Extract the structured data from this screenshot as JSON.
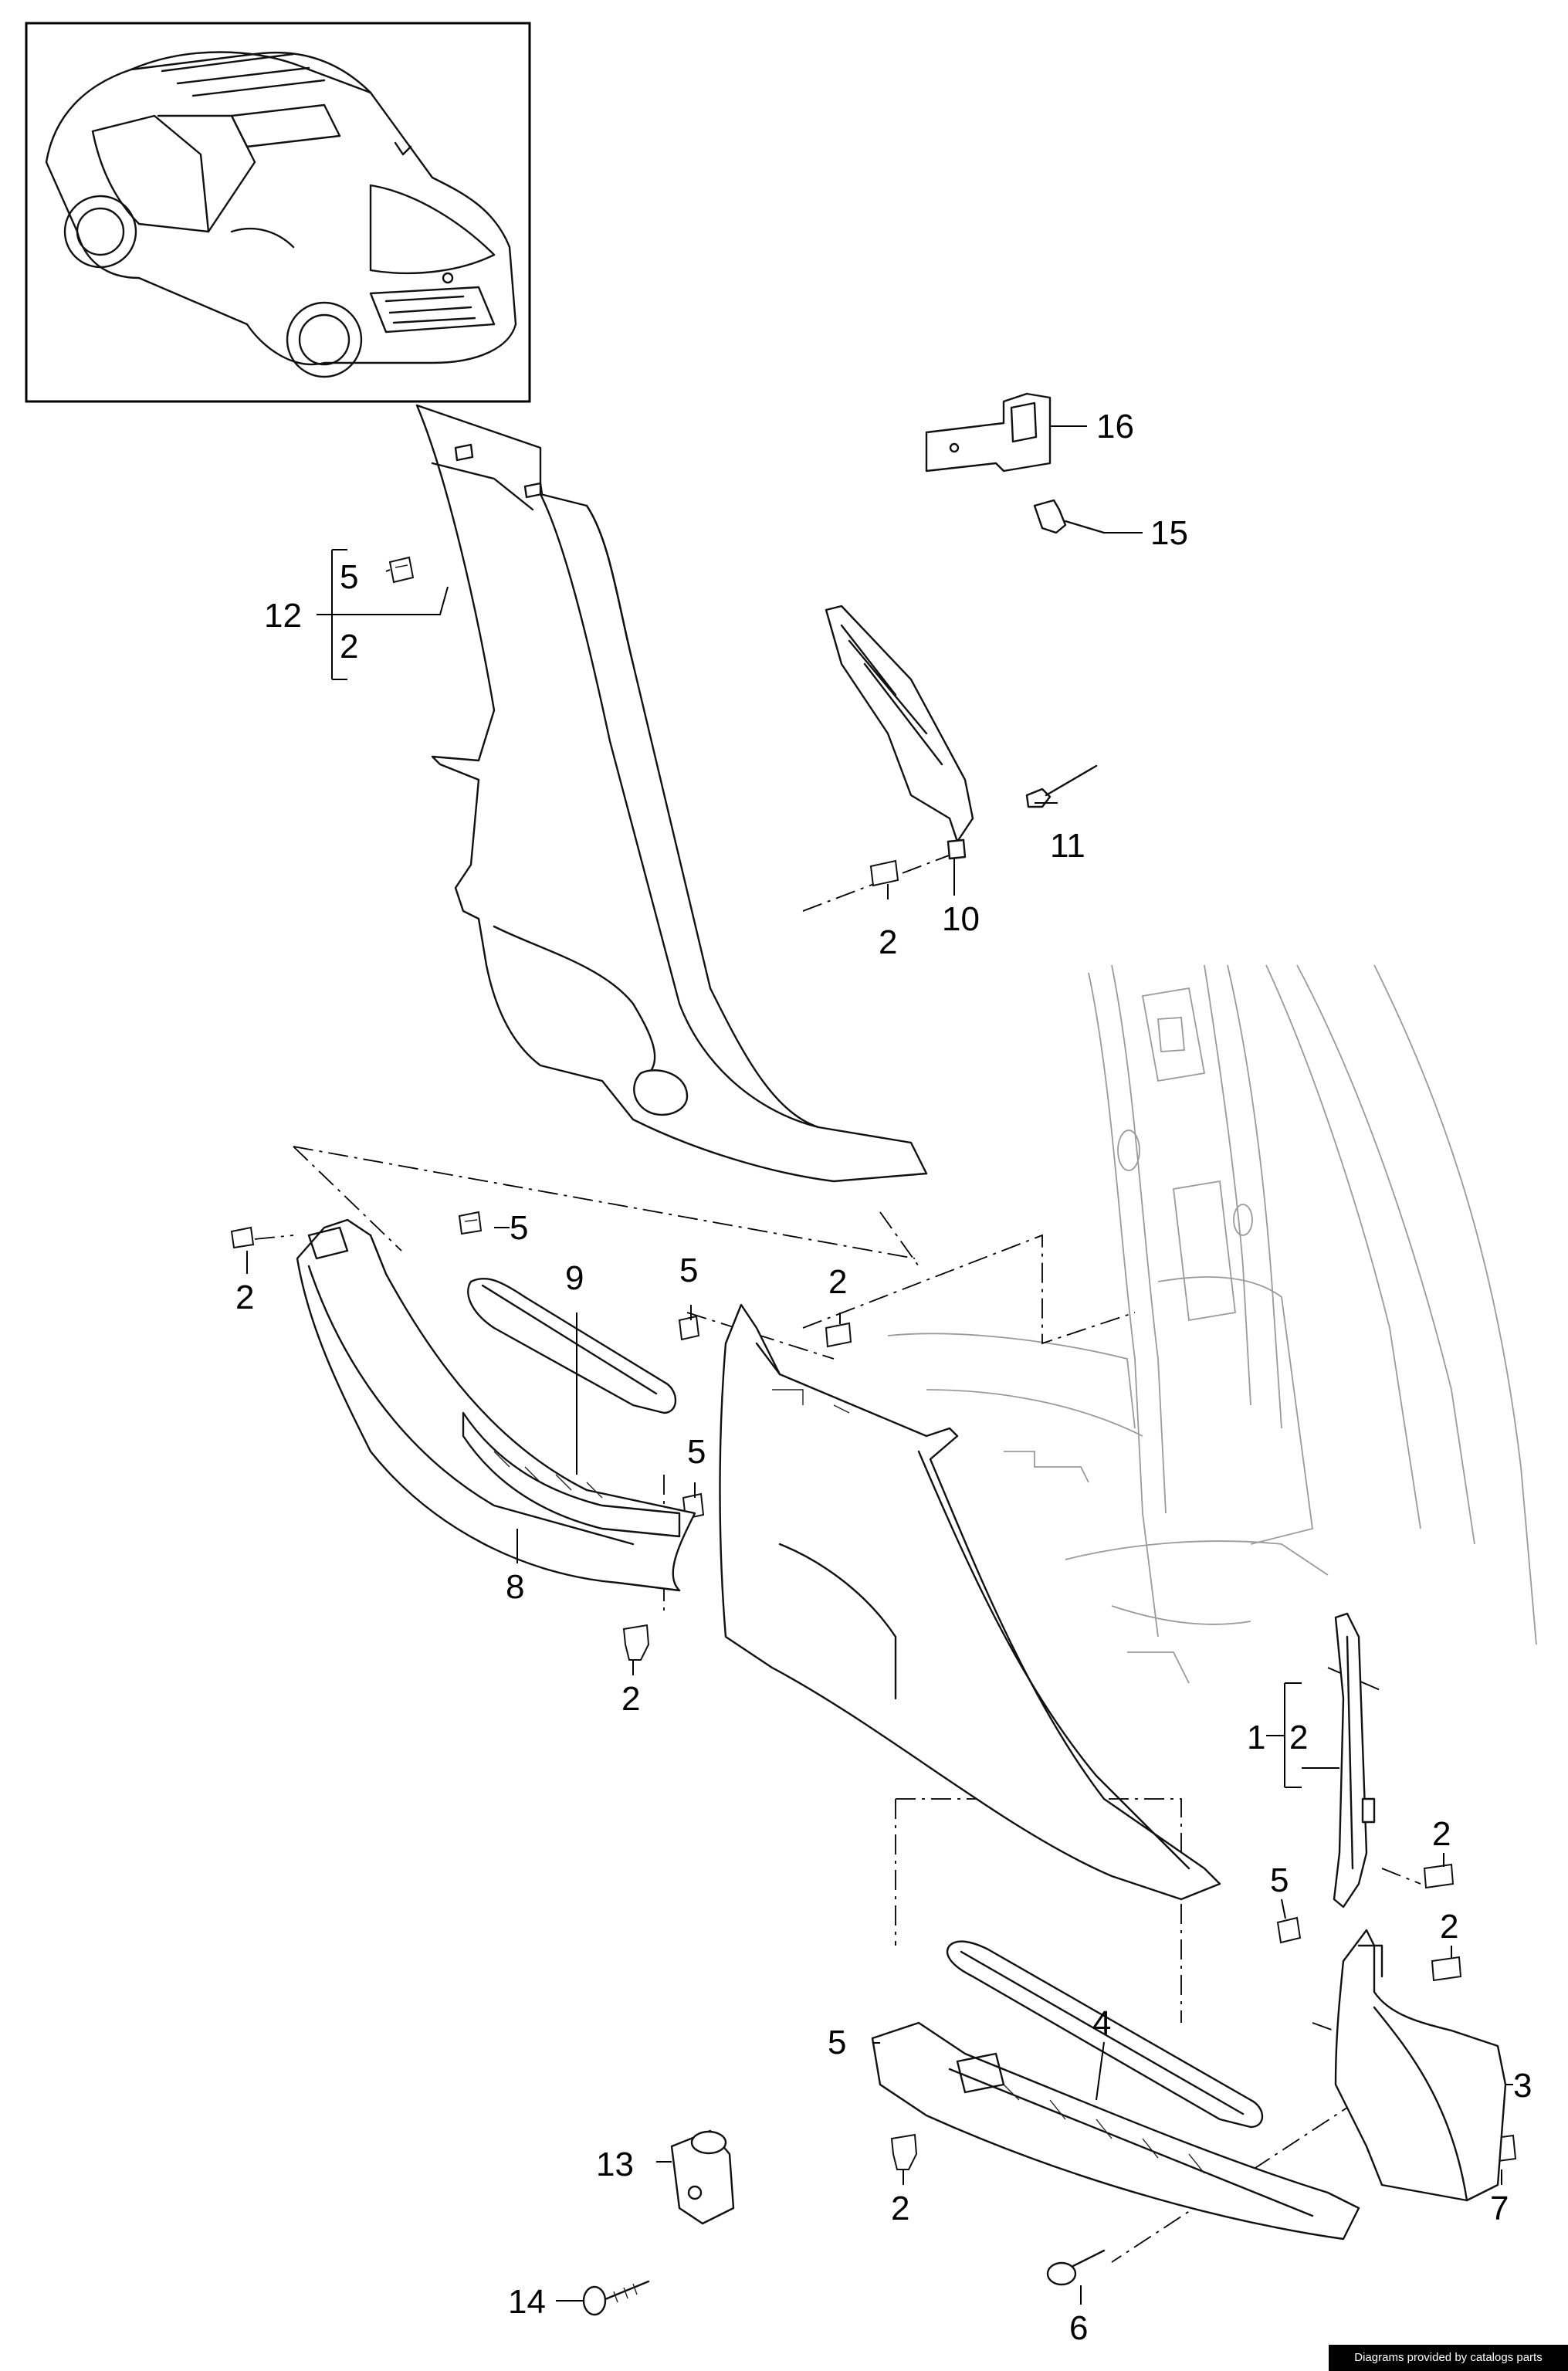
{
  "callouts": {
    "c16": "16",
    "c15": "15",
    "c12": "12",
    "c12_sub5": "5",
    "c12_sub2": "2",
    "c11": "11",
    "c10": "10",
    "c2_pillar": "2",
    "c5_left": "5",
    "c2_left": "2",
    "c9": "9",
    "c5_mid_top": "5",
    "c2_mid_top": "2",
    "c5_mid_low": "5",
    "c8": "8",
    "c2_bottom_left": "2",
    "c1": "1",
    "c1_sub2": "2",
    "c2_right_a": "2",
    "c5_right": "5",
    "c2_right_b": "2",
    "c5_sill": "5",
    "c4": "4",
    "c3": "3",
    "c13": "13",
    "c2_sill": "2",
    "c7": "7",
    "c14": "14",
    "c6": "6"
  },
  "footer": {
    "text": "Diagrams provided by catalogs parts"
  },
  "icons": {
    "vehicle_thumbnail": "suv-vehicle-thumbnail",
    "parts": [
      "trim-panel",
      "clip",
      "rivet",
      "bracket",
      "screw",
      "sill-plate"
    ]
  }
}
